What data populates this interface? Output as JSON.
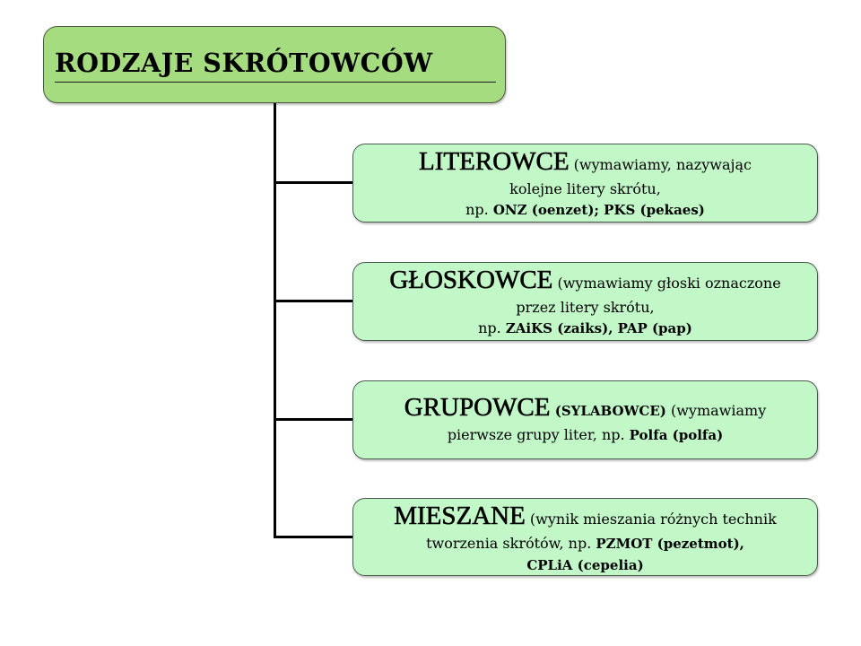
{
  "title": "RODZAJE SKRÓTOWCÓW",
  "colors": {
    "title_box": "#a6dc80",
    "child_box": "#c2f7c8",
    "connector": "#000000"
  },
  "categories": [
    {
      "name": "LITEROWCE",
      "lines": {
        "l1_rest": " (wymawiamy, nazywając",
        "l2": "kolejne litery skrótu,",
        "l3_prefix": "np. ",
        "l3_bold": "ONZ (oenzet); PKS (pekaes)"
      }
    },
    {
      "name": "GŁOSKOWCE",
      "lines": {
        "l1_rest": " (wymawiamy głoski oznaczone",
        "l2": "przez litery skrótu,",
        "l3_prefix": "np. ",
        "l3_bold": "ZAiKS (zaiks), PAP (pap)"
      }
    },
    {
      "name": "GRUPOWCE",
      "lines": {
        "l1_alt": " (SYLABOWCE)",
        "l1_rest": " (wymawiamy",
        "l2_prefix": "pierwsze grupy liter, np. ",
        "l2_bold": "Polfa (polfa)"
      }
    },
    {
      "name": "MIESZANE",
      "lines": {
        "l1_rest": " (wynik mieszania różnych technik",
        "l2_prefix": "tworzenia skrótów, np. ",
        "l2_bold": "PZMOT (pezetmot),",
        "l3_bold": "CPLiA (cepelia)"
      }
    }
  ]
}
